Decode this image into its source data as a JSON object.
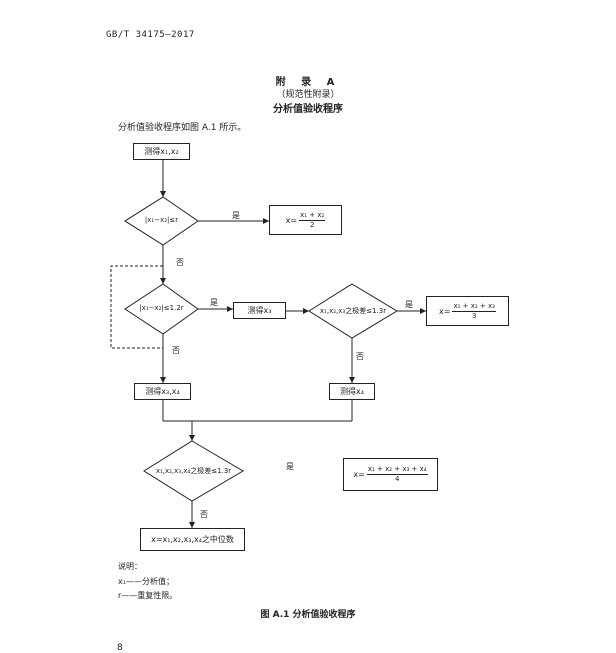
{
  "header": {
    "standard_number": "GB/T 34175—2017"
  },
  "title": {
    "appendix": "附 录 A",
    "type": "（规范性附录）",
    "name": "分析值验收程序"
  },
  "intro": "分析值验收程序如图 A.1 所示。",
  "flow": {
    "start": "测得x₁,x₂",
    "cond1": "|x₁−x₂|≤r",
    "res1_prefix": "x=",
    "res1_num": "x₁ + x₂",
    "res1_den": "2",
    "yes1": "是",
    "no1": "否",
    "cond2": "|x₁−x₂|≤1.2r",
    "measure_x3": "测得x₃",
    "yes2": "是",
    "cond3": "x₁,x₂,x₃之极差≤1.3r",
    "yes3": "是",
    "res2_prefix": "x=",
    "res2_num": "x₁ + x₂ + x₃",
    "res2_den": "3",
    "no2": "否",
    "no3": "否",
    "measure_x3x4": "测得x₃,x₄",
    "measure_x4": "测得x₄",
    "cond4": "x₁,x₂,x₃,x₄之极差≤1.3r",
    "yes4": "是",
    "res3_prefix": "x=",
    "res3_num": "x₁ + x₂ + x₃ + x₄",
    "res3_den": "4",
    "no4": "否",
    "res4": "x=x₁,x₂,x₃,x₄之中位数"
  },
  "notes": {
    "head": "说明：",
    "line1": "x₁——分析值；",
    "line2": "r——重复性限。"
  },
  "caption": "图 A.1  分析值验收程序",
  "page_number": "8"
}
